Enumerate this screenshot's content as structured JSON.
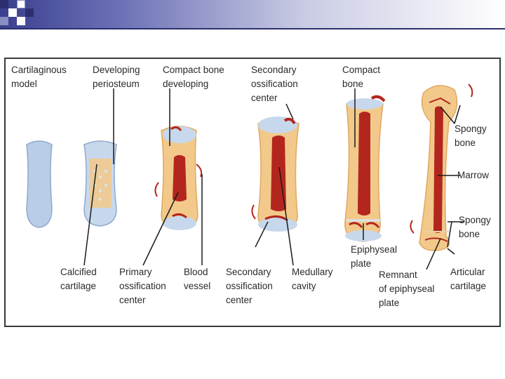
{
  "labels": {
    "cartilaginous_model": "Cartilaginous\nmodel",
    "developing_periosteum": "Developing\nperiosteum",
    "compact_bone_developing": "Compact bone\ndeveloping",
    "secondary_ossification_center_top": "Secondary\nossification\ncenter",
    "compact_bone": "Compact\nbone",
    "spongy_bone_top": "Spongy\nbone",
    "marrow": "Marrow",
    "spongy_bone_bottom": "Spongy\nbone",
    "calcified_cartilage": "Calcified\ncartilage",
    "primary_ossification_center": "Primary\nossification\ncenter",
    "blood_vessel": "Blood\nvessel",
    "secondary_ossification_center_bottom": "Secondary\nossification\ncenter",
    "medullary_cavity": "Medullary\ncavity",
    "epiphyseal_plate": "Epiphyseal\nplate",
    "remnant_epiphyseal_plate": "Remnant\nof epiphyseal\nplate",
    "articular_cartilage": "Articular\ncartilage"
  },
  "colors": {
    "cartilage": "#b9cde6",
    "bone": "#f2c98a",
    "marrow": "#b3261e",
    "vessel": "#b3261e",
    "leader": "#1a1a1a",
    "header_dark": "#3a3f8f"
  }
}
